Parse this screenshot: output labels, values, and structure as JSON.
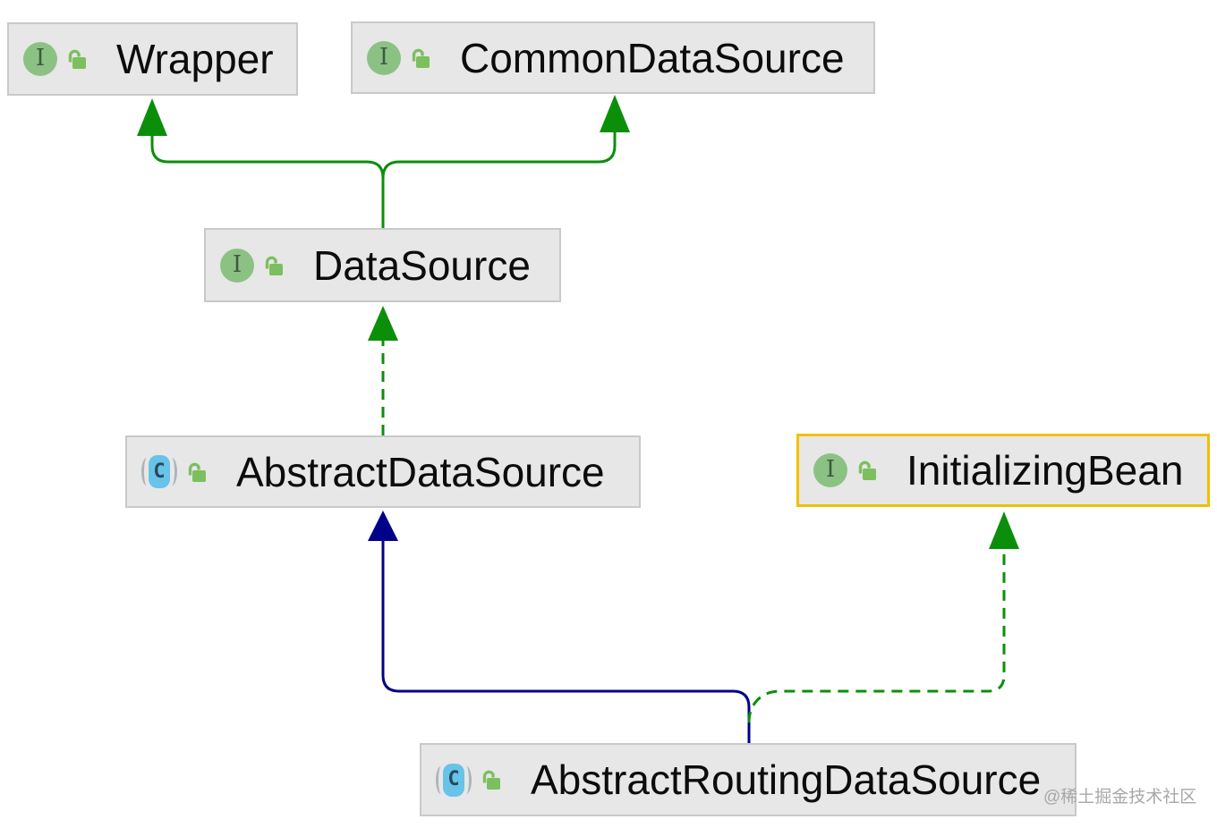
{
  "diagram": {
    "title": "DataSource class hierarchy diagram",
    "icons": {
      "interface_glyph": "I",
      "class_glyph": "C"
    },
    "colors": {
      "interface_edge_green": "#0b8f0b",
      "class_edge_navy": "#000088",
      "selection_border_gold": "#f0c000",
      "node_fill_gray": "#e7e7e7",
      "node_border_gray": "#c9c9c9",
      "interface_icon_green": "#8bc283",
      "lock_icon_green": "#7cbf5f",
      "class_icon_blue": "#68c3e8"
    },
    "nodes": [
      {
        "id": "wrapper",
        "label": "Wrapper",
        "kind": "interface",
        "selected": false
      },
      {
        "id": "common-data-source",
        "label": "CommonDataSource",
        "kind": "interface",
        "selected": false
      },
      {
        "id": "data-source",
        "label": "DataSource",
        "kind": "interface",
        "selected": false
      },
      {
        "id": "abstract-data-source",
        "label": "AbstractDataSource",
        "kind": "class",
        "selected": false
      },
      {
        "id": "initializing-bean",
        "label": "InitializingBean",
        "kind": "interface",
        "selected": true
      },
      {
        "id": "abstract-routing-data-source",
        "label": "AbstractRoutingDataSource",
        "kind": "class",
        "selected": false
      }
    ],
    "edges": [
      {
        "from": "DataSource",
        "to": "Wrapper",
        "type": "extends",
        "style": "solid",
        "color": "green"
      },
      {
        "from": "DataSource",
        "to": "CommonDataSource",
        "type": "extends",
        "style": "solid",
        "color": "green"
      },
      {
        "from": "AbstractDataSource",
        "to": "DataSource",
        "type": "implements",
        "style": "dashed",
        "color": "green"
      },
      {
        "from": "AbstractRoutingDataSource",
        "to": "AbstractDataSource",
        "type": "extends",
        "style": "solid",
        "color": "navy"
      },
      {
        "from": "AbstractRoutingDataSource",
        "to": "InitializingBean",
        "type": "implements",
        "style": "dashed",
        "color": "green"
      }
    ],
    "watermark": "@稀土掘金技术社区"
  }
}
